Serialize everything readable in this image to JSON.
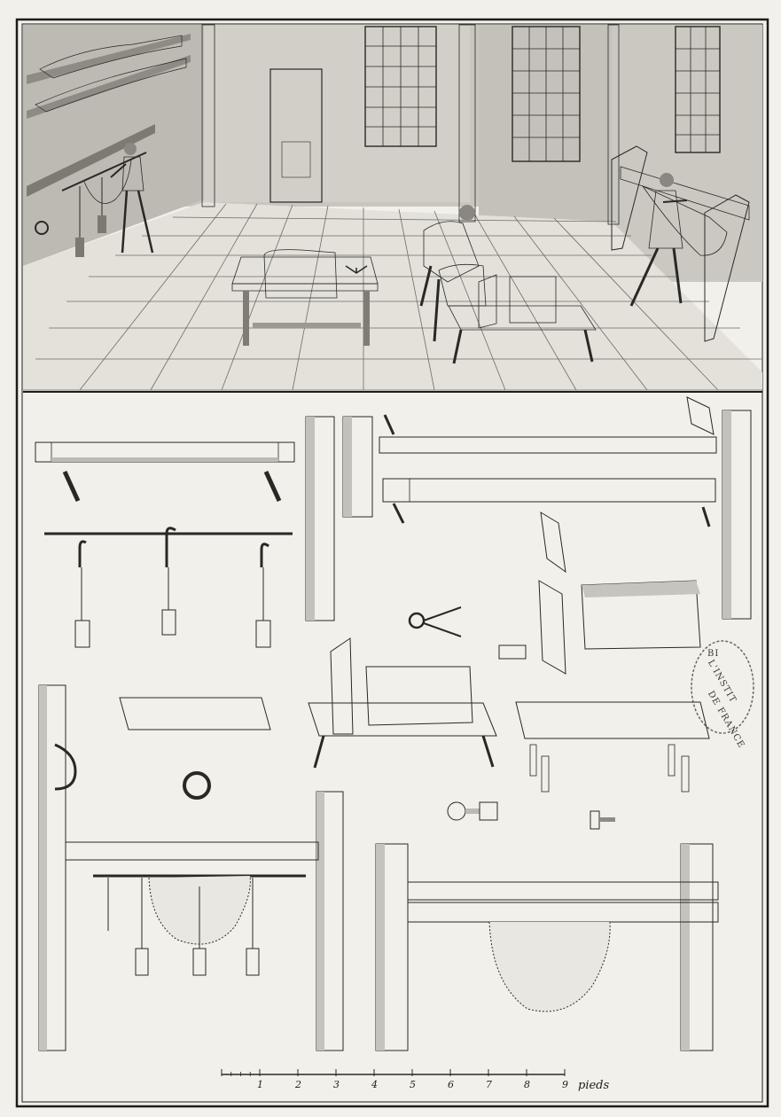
{
  "scale": {
    "ticks": [
      "1",
      "2",
      "3",
      "4",
      "5",
      "6",
      "7",
      "8",
      "9"
    ],
    "unit": "pieds"
  },
  "stamp": {
    "lines": [
      "BI",
      "L'INSTIT",
      "DE FRANCE"
    ]
  },
  "colors": {
    "paper": "#f2f0ea",
    "ink": "#2a2824",
    "wash": "#c9c6bf"
  }
}
